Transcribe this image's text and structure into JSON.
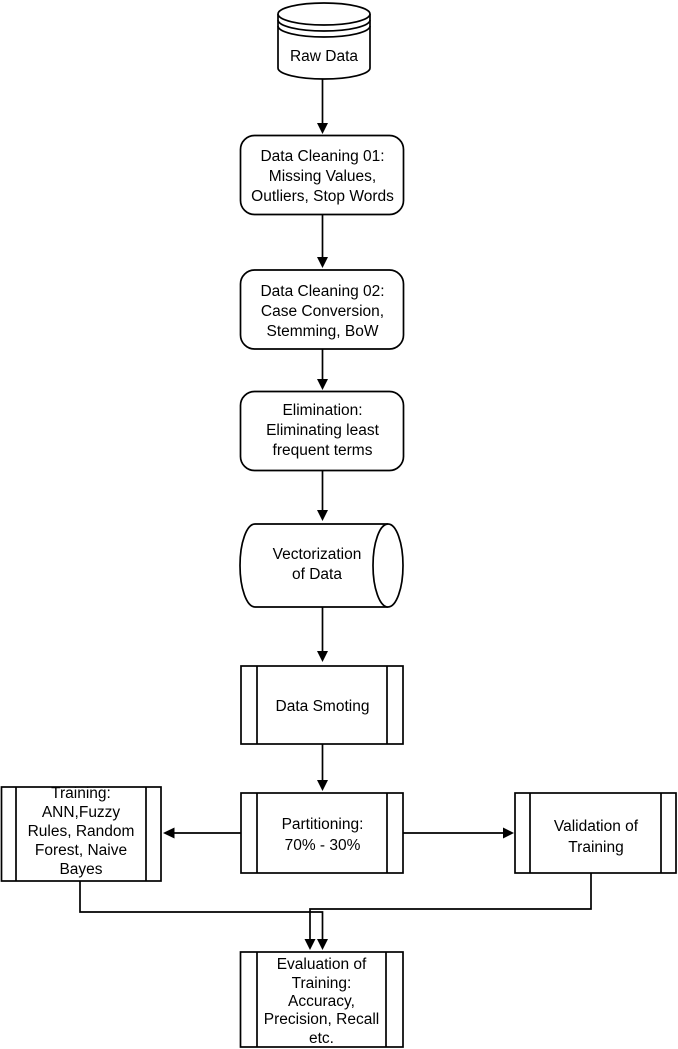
{
  "colors": {
    "stroke": "#000000",
    "node_fill": "#ffffff",
    "text": "#000000",
    "background": "#ffffff"
  },
  "nodes": {
    "raw_data": {
      "shape": "database-cylinder",
      "lines": [
        "Raw Data"
      ]
    },
    "data_cleaning_01": {
      "shape": "rounded-rectangle",
      "lines": [
        "Data Cleaning 01:",
        "Missing Values,",
        "Outliers, Stop Words"
      ]
    },
    "data_cleaning_02": {
      "shape": "rounded-rectangle",
      "lines": [
        "Data Cleaning 02:",
        "Case Conversion,",
        "Stemming, BoW"
      ]
    },
    "elimination": {
      "shape": "rounded-rectangle",
      "lines": [
        "Elimination:",
        "Eliminating least",
        "frequent terms"
      ]
    },
    "vectorization": {
      "shape": "horizontal-cylinder",
      "lines": [
        "Vectorization",
        "of Data"
      ]
    },
    "data_smoting": {
      "shape": "predefined-process",
      "lines": [
        "Data Smoting"
      ]
    },
    "partitioning": {
      "shape": "predefined-process",
      "lines": [
        "Partitioning:",
        "70% - 30%"
      ]
    },
    "training": {
      "shape": "predefined-process",
      "lines": [
        "Training:",
        "ANN,Fuzzy",
        "Rules, Random",
        "Forest, Naive",
        "Bayes"
      ]
    },
    "validation": {
      "shape": "predefined-process",
      "lines": [
        "Validation of",
        "Training"
      ]
    },
    "evaluation": {
      "shape": "predefined-process",
      "lines": [
        "Evaluation of",
        "Training:",
        "Accuracy,",
        "Precision, Recall",
        "etc."
      ]
    }
  },
  "edges": [
    {
      "from": "raw_data",
      "to": "data_cleaning_01",
      "direction": "down"
    },
    {
      "from": "data_cleaning_01",
      "to": "data_cleaning_02",
      "direction": "down"
    },
    {
      "from": "data_cleaning_02",
      "to": "elimination",
      "direction": "down"
    },
    {
      "from": "elimination",
      "to": "vectorization",
      "direction": "down"
    },
    {
      "from": "vectorization",
      "to": "data_smoting",
      "direction": "down"
    },
    {
      "from": "data_smoting",
      "to": "partitioning",
      "direction": "down"
    },
    {
      "from": "partitioning",
      "to": "training",
      "direction": "left"
    },
    {
      "from": "partitioning",
      "to": "validation",
      "direction": "right"
    },
    {
      "from": "training",
      "to": "evaluation",
      "direction": "down"
    },
    {
      "from": "validation",
      "to": "evaluation",
      "direction": "down"
    }
  ]
}
